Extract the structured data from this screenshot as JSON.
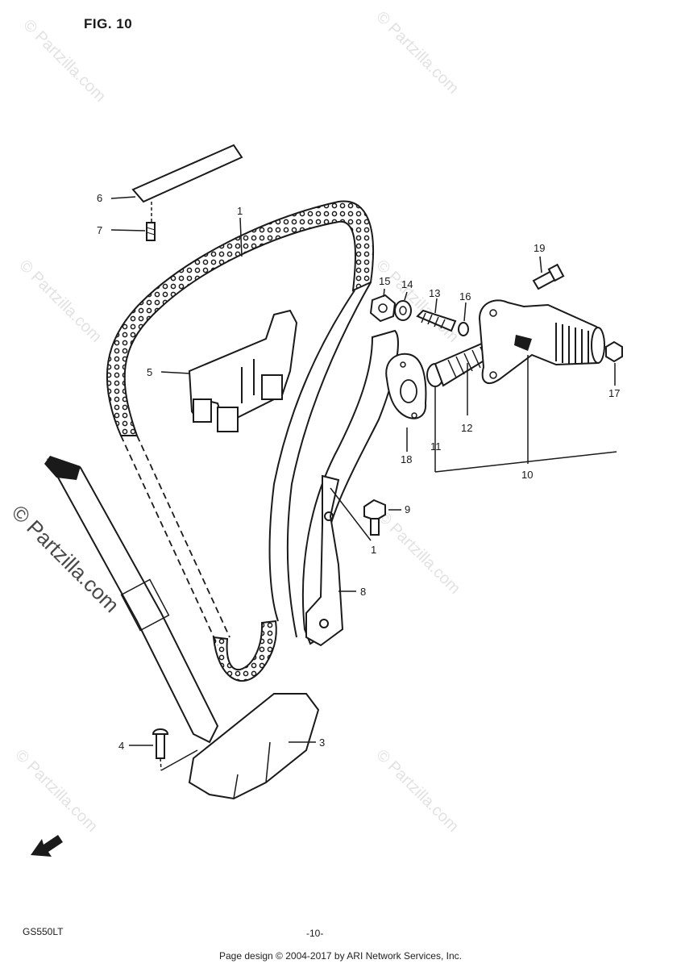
{
  "figure": {
    "title": "FIG. 10"
  },
  "callouts": [
    {
      "id": "c1",
      "label": "1"
    },
    {
      "id": "c1b",
      "label": "1"
    },
    {
      "id": "c3",
      "label": "3"
    },
    {
      "id": "c4",
      "label": "4"
    },
    {
      "id": "c5",
      "label": "5"
    },
    {
      "id": "c6",
      "label": "6"
    },
    {
      "id": "c7",
      "label": "7"
    },
    {
      "id": "c8",
      "label": "8"
    },
    {
      "id": "c9",
      "label": "9"
    },
    {
      "id": "c10",
      "label": "10"
    },
    {
      "id": "c11",
      "label": "11"
    },
    {
      "id": "c12",
      "label": "12"
    },
    {
      "id": "c13",
      "label": "13"
    },
    {
      "id": "c14",
      "label": "14"
    },
    {
      "id": "c15",
      "label": "15"
    },
    {
      "id": "c16",
      "label": "16"
    },
    {
      "id": "c17",
      "label": "17"
    },
    {
      "id": "c18",
      "label": "18"
    },
    {
      "id": "c19",
      "label": "19"
    }
  ],
  "model_code": "GS550LT",
  "page_number": "-10-",
  "watermark": "© Partzilla.com",
  "footer": "Page design © 2004-2017 by ARI Network Services, Inc.",
  "colors": {
    "ink": "#1a1a1a",
    "watermark": "#999999"
  }
}
